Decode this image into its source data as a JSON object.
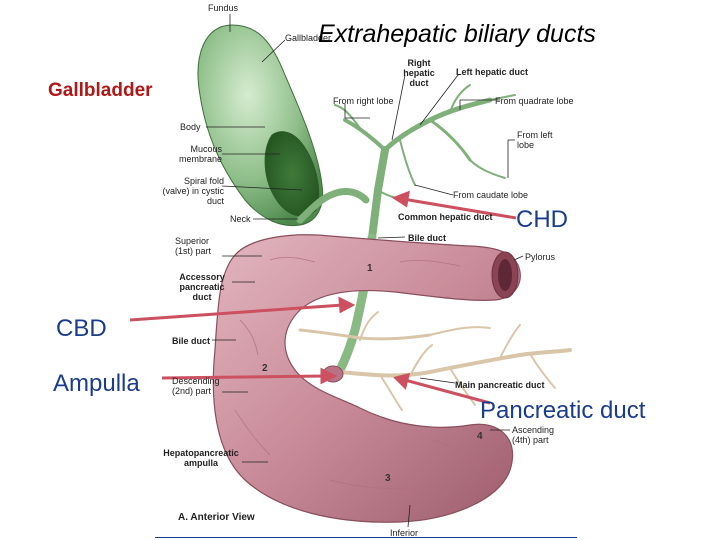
{
  "title": "Extrahepatic biliary ducts",
  "overlay_labels": {
    "gallbladder": "Gallbladder",
    "chd": "CHD",
    "cbd": "CBD",
    "ampulla": "Ampulla",
    "pancreatic_duct": "Pancreatic duct"
  },
  "anatomy_labels": {
    "fundus": "Fundus",
    "gallbladder_small": "Gallbladder",
    "right_hepatic_duct": "Right hepatic duct",
    "left_hepatic_duct": "Left hepatic duct",
    "from_right_lobe": "From right lobe",
    "from_quadrate_lobe": "From quadrate lobe",
    "from_left_lobe": "From left lobe",
    "body": "Body",
    "mucous_membrane": "Mucous membrane",
    "spiral_fold": "Spiral fold (valve) in cystic duct",
    "from_caudate_lobe": "From caudate lobe",
    "neck": "Neck",
    "common_hepatic_duct": "Common hepatic duct",
    "bile_duct_top": "Bile duct",
    "superior_part": "Superior (1st) part",
    "pylorus": "Pylorus",
    "accessory_pancreatic_duct": "Accessory pancreatic duct",
    "bile_duct_mid": "Bile duct",
    "descending_part": "Descending (2nd) part",
    "main_pancreatic_duct": "Main pancreatic duct",
    "ascending_part": "Ascending (4th) part",
    "hepatopancreatic_ampulla": "Hepatopancreatic ampulla",
    "anterior_view": "A. Anterior View",
    "inferior": "Inferior"
  },
  "part_numbers": {
    "n1": "1",
    "n2": "2",
    "n3": "3",
    "n4": "4"
  },
  "colors": {
    "arrow": "#cc5060",
    "overlay_text_red": "#b01818",
    "overlay_text_blue": "#1a3c8c",
    "duodenum": "#c88a98",
    "gallbladder": "#8fbf8a",
    "duct": "#7fb07a"
  }
}
